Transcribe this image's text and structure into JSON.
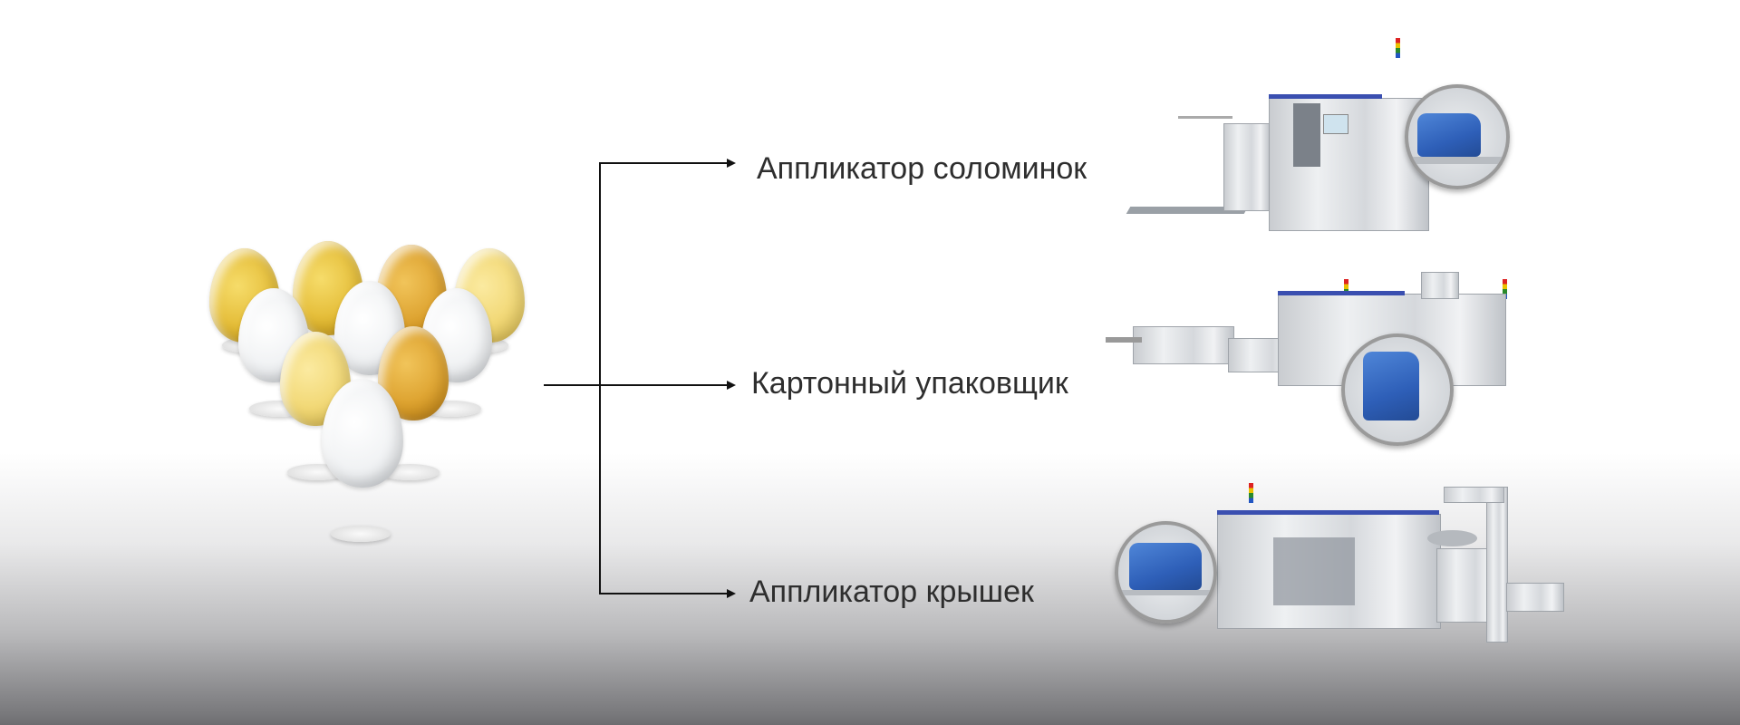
{
  "diagram": {
    "source": {
      "name": "pellet-samples"
    },
    "branches": [
      {
        "label": "Аппликатор соломинок",
        "machine": "straw-applicator-machine"
      },
      {
        "label": "Картонный упаковщик",
        "machine": "carton-packer-machine"
      },
      {
        "label": "Аппликатор крышек",
        "machine": "cap-applicator-machine"
      }
    ]
  },
  "colors": {
    "text": "#2e2e2e",
    "line": "#111111",
    "accent_blue": "#2e5fb8"
  }
}
